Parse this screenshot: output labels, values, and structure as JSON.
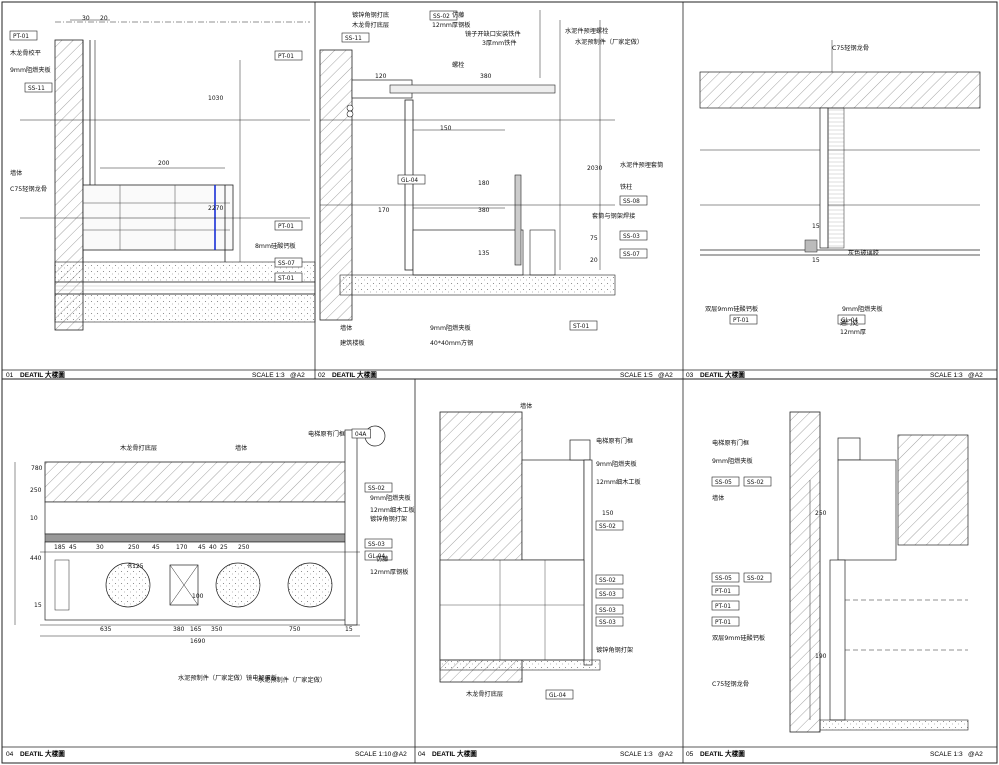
{
  "panels": [
    {
      "title_bar": {
        "num": "01",
        "title": "DEATIL  大樣圖",
        "scale": "SCALE 1:3",
        "paper": "@A2"
      },
      "tags": [
        "PT-01",
        "PT-01",
        "SS-11",
        "PT-01",
        "SS-07",
        "ST-01"
      ],
      "labels": [
        "木龙骨校平",
        "9mm阻燃夹板",
        "墙体",
        "C75轻钢龙骨",
        "8mm硅酸钙板"
      ],
      "dims": [
        "30",
        "20",
        "1030",
        "200",
        "2270"
      ]
    },
    {
      "title_bar": {
        "num": "02",
        "title": "DEATIL  大樣圖",
        "scale": "SCALE 1:5",
        "paper": "@A2"
      },
      "tags": [
        "SS-02",
        "SS-11",
        "GL-04",
        "SS-08",
        "SS-03",
        "SS-07",
        "ST-01"
      ],
      "labels": [
        "镀锌角钢打底",
        "木龙骨打底层",
        "仿藤",
        "12mm厚钢板",
        "镜子开缺口安装铁件",
        "3厚mm铁件",
        "螺栓",
        "水泥件预埋螺栓",
        "水泥预制件（厂家定做）",
        "水泥件预埋套筒",
        "铁柱",
        "套筒与钢架焊接",
        "墙体",
        "9mm阻燃夹板",
        "建筑楼板",
        "40*40mm方钢"
      ],
      "dims": [
        "120",
        "380",
        "150",
        "2030",
        "180",
        "170",
        "380",
        "135",
        "75",
        "20"
      ]
    },
    {
      "title_bar": {
        "num": "03",
        "title": "DEATIL  大樣圖",
        "scale": "SCALE 1:3",
        "paper": "@A2"
      },
      "tags": [
        "PT-01",
        "GL-04"
      ],
      "labels": [
        "C75轻钢龙骨",
        "灰色玻璃胶",
        "双层9mm硅酸钙板",
        "9mm阻燃夹板",
        "通门处",
        "12mm厚"
      ],
      "dims": [
        "15",
        "15"
      ]
    },
    {
      "title_bar": {
        "num": "04",
        "title": "DEATIL  大樣圖",
        "scale": "SCALE 1:10",
        "paper": "@A2"
      },
      "tags": [
        "SS-02",
        "SS-03",
        "GL-04",
        "04A"
      ],
      "labels": [
        "木龙骨打底层",
        "墙体",
        "电梯原有门框",
        "12mm细木工板",
        "9mm阻燃夹板",
        "镀锌角钢打架",
        "仿藤",
        "12mm厚钢板",
        "水泥预制件（厂家定做）镜电解蛋板",
        "水泥预制件（厂家定做）"
      ],
      "dims": [
        "780",
        "250",
        "10",
        "440",
        "15",
        "185",
        "45",
        "30",
        "250",
        "45",
        "170",
        "45",
        "40",
        "25",
        "250",
        "635",
        "380",
        "165",
        "350",
        "750",
        "1690",
        "15",
        "R125",
        "100"
      ]
    },
    {
      "title_bar": {
        "num": "04",
        "title": "DEATIL  大樣圖",
        "scale": "SCALE 1:3",
        "paper": "@A2"
      },
      "tags": [
        "SS-02",
        "SS-02",
        "SS-03",
        "SS-03",
        "SS-03",
        "GL-04"
      ],
      "labels": [
        "墙体",
        "电梯原有门框",
        "9mm阻燃夹板",
        "12mm细木工板",
        "镀锌角钢打架",
        "木龙骨打底层"
      ],
      "dims": [
        "150"
      ]
    },
    {
      "title_bar": {
        "num": "05",
        "title": "DEATIL  大樣圖",
        "scale": "SCALE 1:3",
        "paper": "@A2"
      },
      "tags": [
        "SS-05",
        "SS-02",
        "SS-05",
        "SS-02",
        "PT-01",
        "PT-01",
        "PT-01"
      ],
      "labels": [
        "电梯原有门框",
        "9mm阻燃夹板",
        "墙体",
        "双层9mm硅酸钙板",
        "C75轻钢龙骨"
      ],
      "dims": [
        "250",
        "190"
      ]
    }
  ],
  "colors": {
    "line": "#1a1a1a",
    "hatch": "#555555",
    "accent": "#1a2fd8",
    "bg": "#ffffff"
  }
}
